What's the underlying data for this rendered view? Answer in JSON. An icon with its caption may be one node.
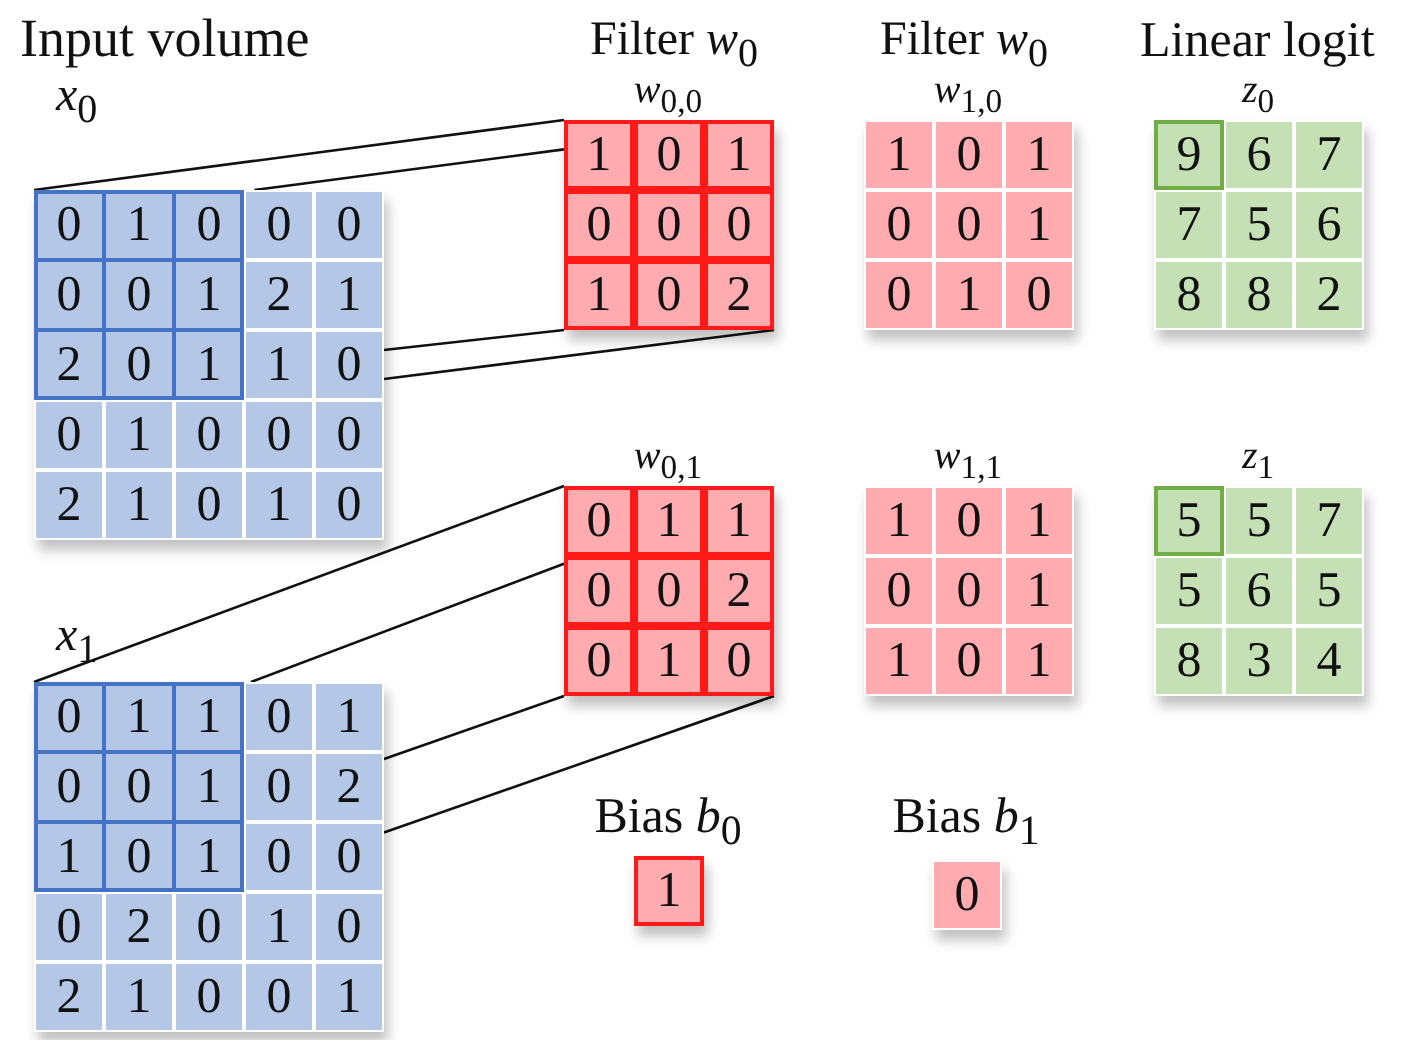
{
  "diagram": {
    "nodes": [
      {
        "text": [
          "*x*$_{0}$",
          "0",
          "1",
          "0",
          "0",
          "0",
          "0",
          "0",
          "1",
          "2",
          "1",
          "2",
          "0",
          "1",
          "1",
          "0",
          "0",
          "1",
          "0",
          "0",
          "0",
          "2",
          "1",
          "0",
          "1",
          "0"
        ]
      },
      {
        "text": [
          "*w*$_{0,0}$",
          "1",
          "0",
          "1",
          "0",
          "0",
          "0",
          "1",
          "0",
          "2"
        ]
      },
      {
        "text": [
          "*w*$_{1,0}$",
          "1",
          "0",
          "1",
          "0",
          "0",
          "1",
          "0",
          "1",
          "0"
        ]
      },
      {
        "text": [
          "*z*$_{0}$",
          "9",
          "6",
          "7",
          "7",
          "5",
          "6",
          "8",
          "8",
          "2"
        ]
      },
      {
        "text": [
          "*w*$_{0,1}$",
          "0",
          "1",
          "1",
          "0",
          "0",
          "2",
          "0",
          "1",
          "0"
        ]
      },
      {
        "text": [
          "*w*$_{1,1}$",
          "1",
          "0",
          "1",
          "0",
          "0",
          "1",
          "1",
          "0",
          "1"
        ]
      },
      {
        "text": [
          "*z*$_{1}$",
          "5",
          "5",
          "7",
          "5",
          "6",
          "5",
          "8",
          "3",
          "4"
        ]
      },
      {
        "text": [
          "*x*$_{1}$",
          "0",
          "1",
          "1",
          "0",
          "1",
          "0",
          "0",
          "1",
          "0",
          "2",
          "1",
          "0",
          "1",
          "0",
          "0",
          "0",
          "2",
          "0",
          "1",
          "0",
          "2",
          "1",
          "0",
          "0",
          "1"
        ]
      },
      {
        "text": [
          "Bias *b*$_{0}$",
          "1"
        ]
      },
      {
        "text": [
          "Bias *b*$_{1}$",
          "0"
        ]
      }
    ],
    "edges": [
      {
        "from": 0,
        "to": 1,
        "arrow": "none"
      },
      {
        "from": 0,
        "to": 1,
        "arrow": "none"
      },
      {
        "from": 0,
        "to": 1,
        "arrow": "none"
      },
      {
        "from": 0,
        "to": 1,
        "arrow": "none"
      },
      {
        "from": 7,
        "to": 4,
        "arrow": "none"
      },
      {
        "from": 7,
        "to": 4,
        "arrow": "none"
      },
      {
        "from": 7,
        "to": 4,
        "arrow": "none"
      },
      {
        "from": 7,
        "to": 4,
        "arrow": "none"
      }
    ],
    "labels": [
      "Input volume",
      "Filter *w*$_{0}$",
      "Filter *w*$_{0}$",
      "Linear logit"
    ]
  }
}
